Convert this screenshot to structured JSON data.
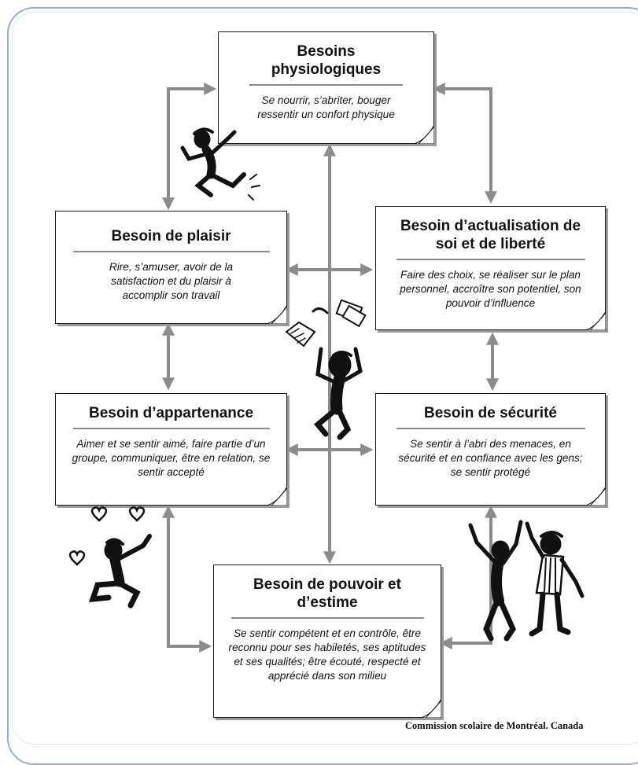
{
  "boxes": {
    "physio": {
      "title": "Besoins physiologiques",
      "desc": "Se nourrir, s’abriter, bouger ressentir un confort physique"
    },
    "plaisir": {
      "title": "Besoin de plaisir",
      "desc": "Rire, s’amuser, avoir de la satisfaction et du plaisir à accomplir son travail"
    },
    "actualisation": {
      "title": "Besoin d’actualisation de soi et de liberté",
      "desc": "Faire des choix, se réaliser sur le plan personnel, accroître son potentiel, son pouvoir d’influence"
    },
    "appartenance": {
      "title": "Besoin d’appartenance",
      "desc": "Aimer et se sentir aimé, faire partie d’un groupe, communiquer, être en relation, se sentir accepté"
    },
    "securite": {
      "title": "Besoin de sécurité",
      "desc": "Se sentir à l’abri des menaces, en sécurité et en confiance avec les gens; se sentir protégé"
    },
    "pouvoir": {
      "title": "Besoin de pouvoir et d’estime",
      "desc": "Se sentir compétent et en contrôle, être reconnu pour ses habiletés, ses aptitudes et ses qualités; être écouté, respecté et apprécié dans son milieu"
    }
  },
  "credit": "Commission scolaire de Montréal. Canada",
  "colors": {
    "arrow": "#8c8c8c",
    "frame": "#8fb0d8",
    "ink": "#111111"
  }
}
